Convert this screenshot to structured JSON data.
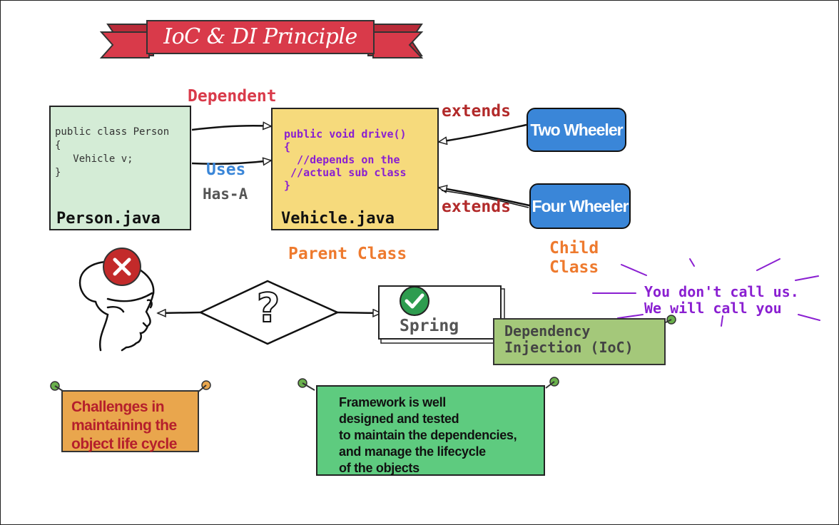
{
  "title": "IoC & DI Principle",
  "person": {
    "code": "public class Person\n{\n   Vehicle v;\n}",
    "name": "Person.java"
  },
  "vehicle": {
    "code": "public void drive()\n{\n  //depends on the\n //actual sub class\n}",
    "name": "Vehicle.java"
  },
  "children": {
    "two_wheeler": "Two Wheeler",
    "four_wheeler": "Four Wheeler"
  },
  "labels": {
    "dependent": "Dependent",
    "uses": "Uses",
    "has_a": "Has-A",
    "extends_top": "extends",
    "extends_bottom": "extends",
    "parent_class": "Parent Class",
    "child_line1": "Child",
    "child_line2": "Class",
    "call_line1": "You don't call us.",
    "call_line2": "We will call you"
  },
  "decision_symbol": "?",
  "spring": {
    "label": "Spring"
  },
  "di_note": "Dependency\nInjection (IoC)",
  "challenge_note": "Challenges in\nmaintaining the\nobject life cycle",
  "framework_note": "Framework is well\ndesigned and tested\nto maintain the dependencies,\nand manage the lifecycle\nof the objects",
  "colors": {
    "banner": "#d93a4a",
    "person_fill": "#d4ecd6",
    "vehicle_fill": "#f6da7c",
    "child_fill": "#3a86d8",
    "di_fill": "#a4c87a",
    "challenge_fill": "#e9a64d",
    "framework_fill": "#5ecb7f",
    "error_badge": "#c32a2a",
    "check_badge": "#2e9c4f"
  },
  "icons": [
    "error-x-icon",
    "check-icon",
    "person-head-icon",
    "pin-icon"
  ]
}
